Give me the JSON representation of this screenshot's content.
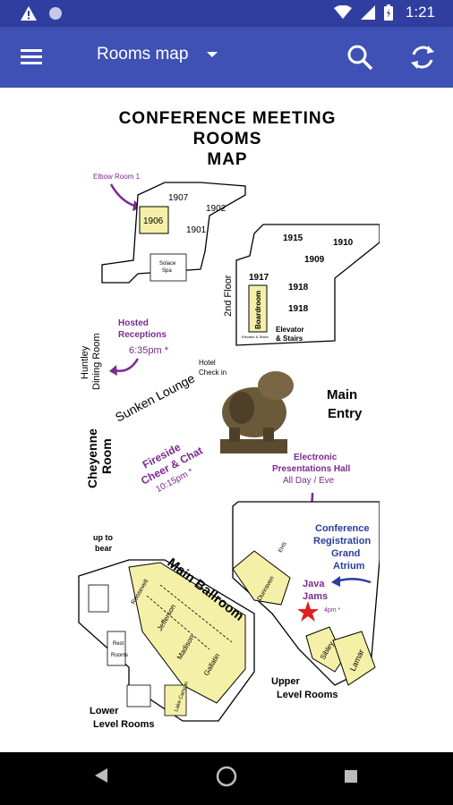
{
  "status_bar": {
    "time": "1:21"
  },
  "app_bar": {
    "title": "Rooms map"
  },
  "map": {
    "title_line1": "CONFERENCE MEETING",
    "title_line2": "ROOMS",
    "title_line3": "MAP",
    "elbow_room": "Elbow Room 1",
    "rooms_9th": [
      "1907",
      "1902",
      "1906",
      "1901"
    ],
    "solace_spa_1": "Solace",
    "solace_spa_2": "Spa",
    "rooms_2nd": [
      "1915",
      "1910",
      "1909",
      "1917",
      "1918",
      "1918"
    ],
    "floor_label": "2nd Floor",
    "boardroom": "Boardroom",
    "elevator_stairs_1": "Elevator",
    "elevator_stairs_2": "& Stairs",
    "elevator_small": "Elevator & Stairs",
    "hosted_1": "Hosted",
    "hosted_2": "Receptions",
    "hosted_3": "6:35pm *",
    "huntley_1": "Huntley",
    "huntley_2": "Dining Room",
    "sunken_lounge": "Sunken Lounge",
    "hotel_checkin_1": "Hotel",
    "hotel_checkin_2": "Check in",
    "main_entry_1": "Main",
    "main_entry_2": "Entry",
    "fireside_1": "Fireside",
    "fireside_2": "Cheer & Chat",
    "fireside_3": "10:15pm *",
    "cheyenne_1": "Cheyenne",
    "cheyenne_2": "Room",
    "electronic_1": "Electronic",
    "electronic_2": "Presentations Hall",
    "electronic_3": "All Day / Eve",
    "up_to_bear_1": "up to",
    "up_to_bear_2": "bear",
    "main_ballroom": "Main Ballroom",
    "conference_1": "Conference",
    "conference_2": "Registration",
    "conference_3": "Grand",
    "conference_4": "Atrium",
    "java_1": "Java",
    "java_2": "Jams",
    "java_3": "4pm *",
    "ehs": "EHS",
    "ballroom_rooms": [
      "Jefferson",
      "Madison",
      "Gallatin"
    ],
    "roosevelt": "Roosevelt",
    "rest_rooms_1": "Rest",
    "rest_rooms_2": "Rooms",
    "lake_canyon": "Lake Canyon",
    "dunraven": "Dunraven",
    "sibley": "Sibley",
    "lamar": "Lamar",
    "upper_level_1": "Upper",
    "upper_level_2": "Level Rooms",
    "lower_level_1": "Lower",
    "lower_level_2": "Level Rooms"
  },
  "colors": {
    "status_bar": "#303f9f",
    "app_bar": "#3f51b5",
    "room_fill": "#f5f0a8",
    "purple_text": "#7b2a8f",
    "blue_text": "#2a3e9e",
    "star": "#e02020"
  },
  "icons": {
    "status_left": [
      "warning-icon",
      "circle-icon"
    ],
    "status_right": [
      "wifi-icon",
      "signal-icon",
      "battery-icon"
    ],
    "app_bar": [
      "menu-icon",
      "dropdown-arrow-icon",
      "search-icon",
      "refresh-icon"
    ],
    "nav": [
      "back-icon",
      "home-icon",
      "recents-icon"
    ]
  }
}
